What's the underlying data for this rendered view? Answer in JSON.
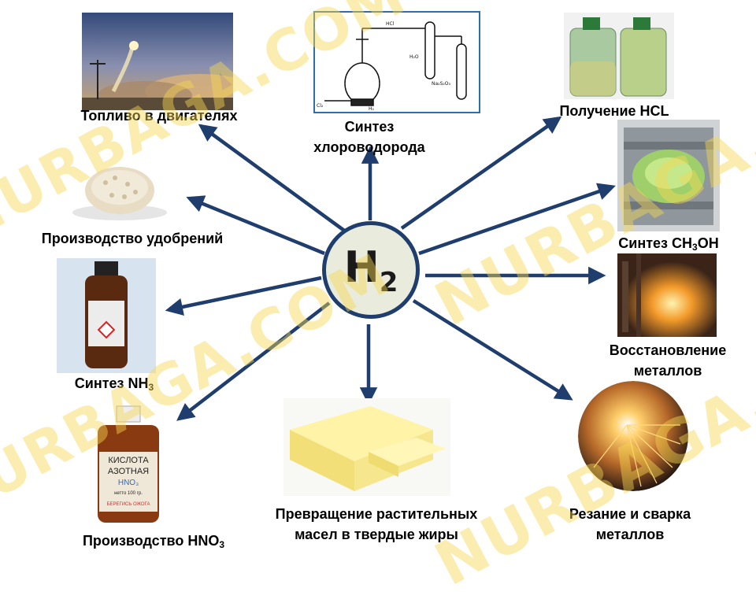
{
  "center": {
    "symbol": "H",
    "subscript": "2"
  },
  "watermark": "NURBAGA.COM",
  "arrow_color": "#1f3e6d",
  "applications": {
    "fuel": "Топливо в двигателях",
    "hcl_synthesis": "Синтез хлороводорода",
    "hcl_production": "Получение HCL",
    "fertilizers": "Производство удобрений",
    "methanol": {
      "prefix": "Синтез CH",
      "sub": "3",
      "suffix": "OH"
    },
    "reduction": "Восстановление металлов",
    "ammonia": {
      "prefix": "Синтез NH",
      "sub": "3"
    },
    "nitric": {
      "prefix": "Производство HNO",
      "sub": "3"
    },
    "fats": "Превращение растительных масел в твердые жиры",
    "cutting": "Резание и сварка металлов"
  },
  "lab_diagram_labels": {
    "hcl": "HCl",
    "h2o": "H₂O",
    "cl2": "Cl₂",
    "h2": "H₂",
    "na2s2o3": "Na₂S₂O₃"
  },
  "bottle_acid": {
    "line1": "КИСЛОТА",
    "line2": "АЗОТНАЯ",
    "formula": "HNO₃",
    "net": "нетто 100 гр.",
    "warning": "БЕРЕГИСЬ ОЖОГА"
  }
}
